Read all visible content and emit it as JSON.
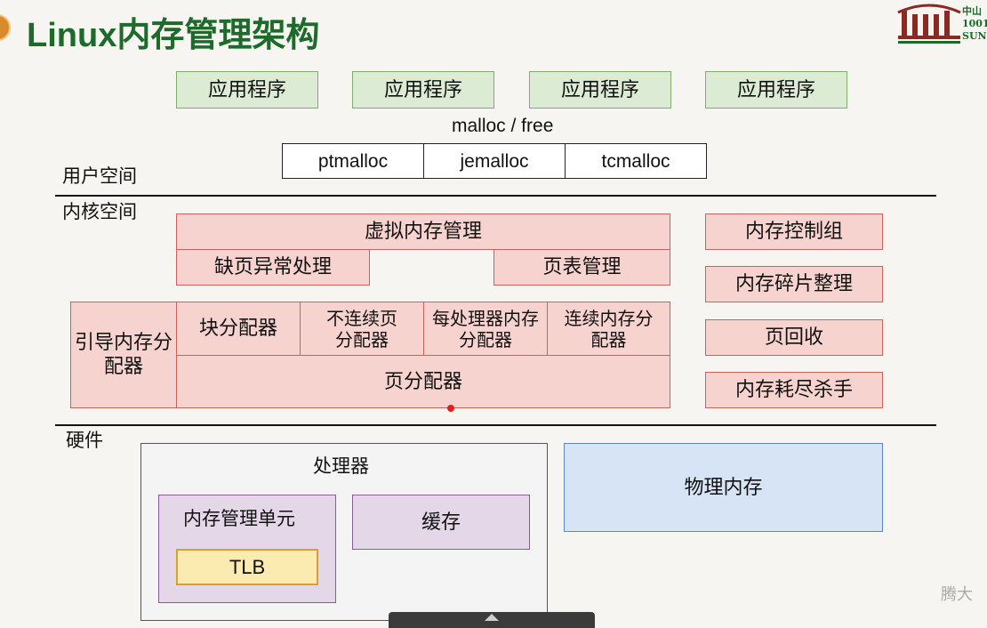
{
  "title": "Linux内存管理架构",
  "logo": {
    "text_line1": "中山",
    "text_line2": "1001",
    "text_line3": "SUN YA"
  },
  "apps": [
    "应用程序",
    "应用程序",
    "应用程序",
    "应用程序"
  ],
  "malloc_label": "malloc / free",
  "allocators": [
    "ptmalloc",
    "jemalloc",
    "tcmalloc"
  ],
  "user_space": "用户空间",
  "kernel_space": "内核空间",
  "hardware": "硬件",
  "kernel": {
    "vmm": "虚拟内存管理",
    "page_fault": "缺页异常处理",
    "page_table": "页表管理",
    "boot_alloc": "引导内存分配器",
    "block_alloc": "块分配器",
    "vmalloc": "不连续页分配器",
    "percpu": "每处理器内存分配器",
    "contig": "连续内存分配器",
    "page_alloc": "页分配器",
    "right": [
      "内存控制组",
      "内存碎片整理",
      "页回收",
      "内存耗尽杀手"
    ]
  },
  "hw": {
    "processor": "处理器",
    "mmu": "内存管理单元",
    "tlb": "TLB",
    "cache": "缓存",
    "phys_mem": "物理内存"
  },
  "watermark": "腾大"
}
